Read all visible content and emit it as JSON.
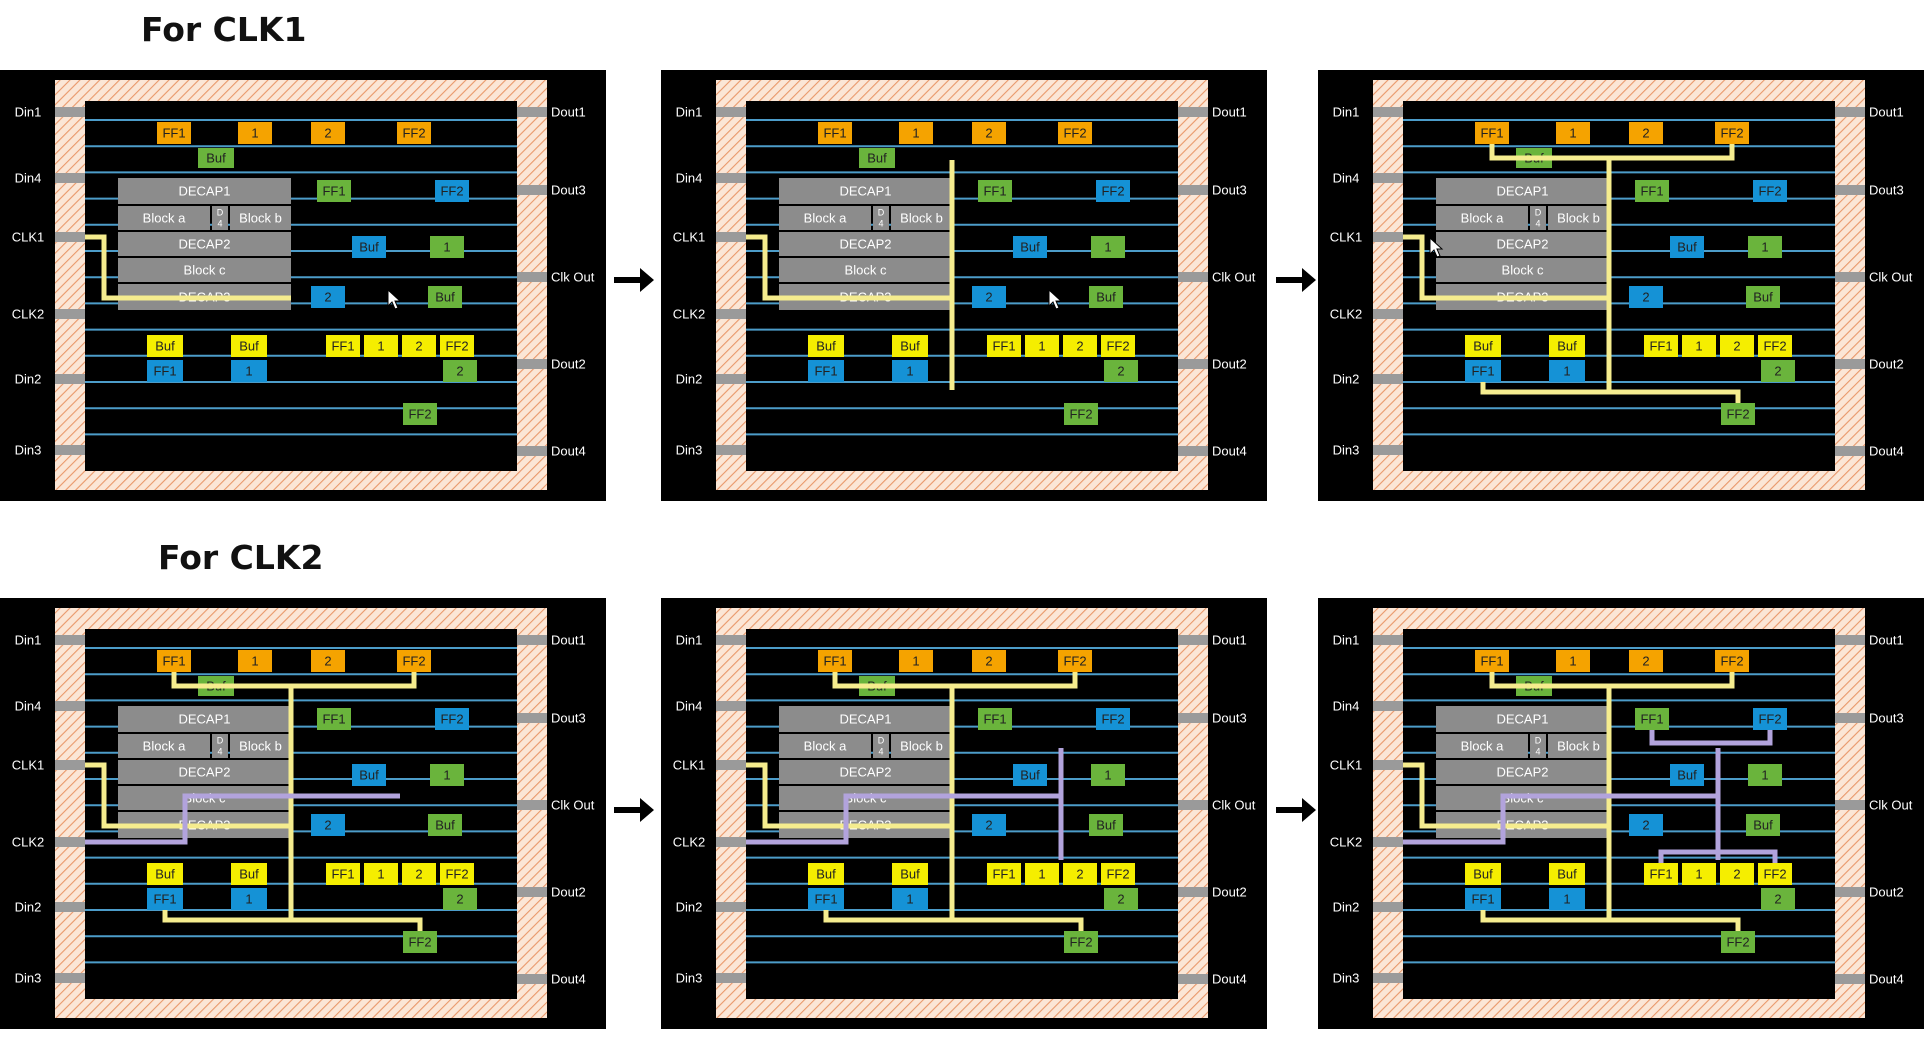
{
  "titles": [
    "For CLK1",
    "For CLK2"
  ],
  "colors": {
    "panel_bg": "#000000",
    "pad_frame": "#f6cfb0",
    "core_bg": "#000000",
    "row_line": "#4c9cc9",
    "ff_orange": "#f5a300",
    "block_yellow": "#f5ee00",
    "block_green": "#6ab43c",
    "block_blue": "#1592d6",
    "decap_gray": "#8c8c8c",
    "clk1_net": "#f5ec8e",
    "clk2_net": "#b2a3dc"
  },
  "pins": {
    "left": [
      "Din1",
      "Din4",
      "CLK1",
      "CLK2",
      "Din2",
      "Din3"
    ],
    "right": [
      "Dout1",
      "Dout3",
      "Clk Out",
      "Dout2",
      "Dout4"
    ]
  },
  "cells": {
    "macros": [
      "DECAP1",
      "Block a",
      "D\n4",
      "Block b",
      "DECAP2",
      "Block c",
      "DECAP3"
    ],
    "top_row": [
      "FF1",
      "1",
      "2",
      "FF2"
    ],
    "buf": "Buf",
    "ff1": "FF1",
    "ff2": "FF2",
    "one": "1",
    "two": "2",
    "chain": [
      "FF1",
      "1",
      "2",
      "FF2"
    ]
  },
  "icons": {
    "arrow": "right-arrow-icon",
    "cursor": "cursor-icon"
  },
  "panels": [
    {
      "id": "clk1-step1",
      "row": 0,
      "col": 0,
      "clk1_stage": 1,
      "clk2_stage": 0,
      "cursor": "upper"
    },
    {
      "id": "clk1-step2",
      "row": 0,
      "col": 1,
      "clk1_stage": 2,
      "clk2_stage": 0,
      "cursor": "upper"
    },
    {
      "id": "clk1-step3",
      "row": 0,
      "col": 2,
      "clk1_stage": 3,
      "clk2_stage": 0,
      "cursor": "lower"
    },
    {
      "id": "clk2-step1",
      "row": 1,
      "col": 0,
      "clk1_stage": 3,
      "clk2_stage": 1,
      "cursor": "none"
    },
    {
      "id": "clk2-step2",
      "row": 1,
      "col": 1,
      "clk1_stage": 3,
      "clk2_stage": 2,
      "cursor": "none"
    },
    {
      "id": "clk2-step3",
      "row": 1,
      "col": 2,
      "clk1_stage": 3,
      "clk2_stage": 3,
      "cursor": "none"
    }
  ]
}
